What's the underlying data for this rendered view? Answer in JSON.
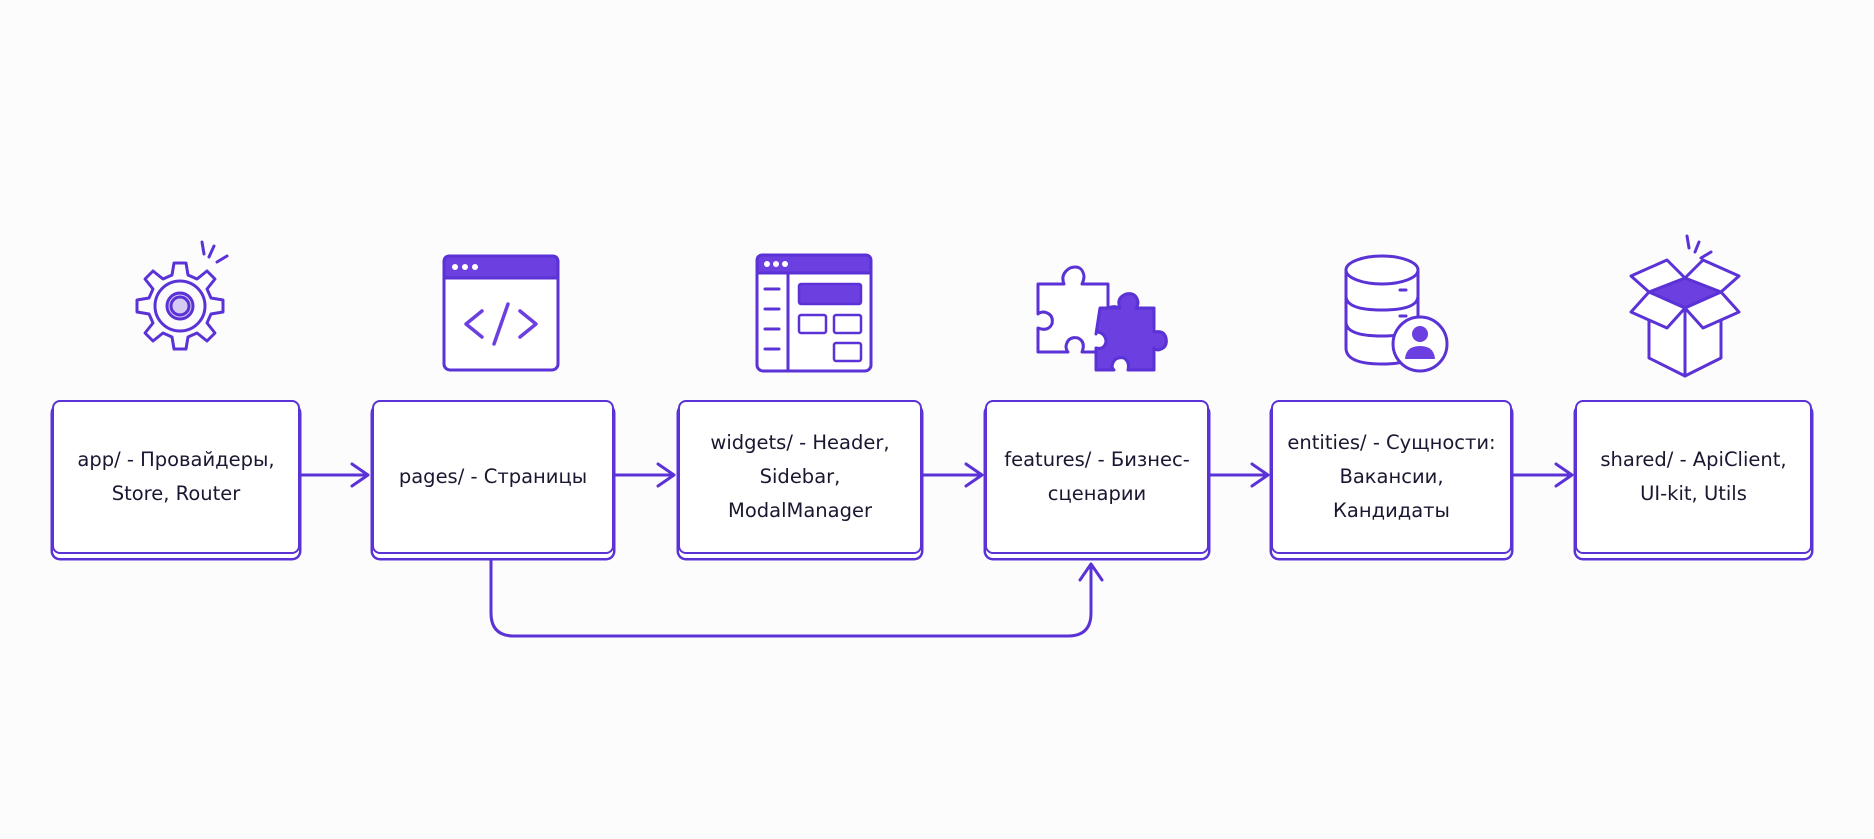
{
  "nodes": [
    {
      "id": "app",
      "label": "app/ - Провайдеры,\nStore, Router",
      "icon": "gear-icon"
    },
    {
      "id": "pages",
      "label": "pages/ - Страницы",
      "icon": "code-window-icon"
    },
    {
      "id": "widgets",
      "label": "widgets/ - Header,\nSidebar, ModalManager",
      "icon": "layout-window-icon"
    },
    {
      "id": "features",
      "label": "features/ - Бизнес-\nсценарии",
      "icon": "puzzle-icon"
    },
    {
      "id": "entities",
      "label": "entities/ - Сущности:\nВакансии, Кандидаты",
      "icon": "database-user-icon"
    },
    {
      "id": "shared",
      "label": "shared/ - ApiClient,\nUI-kit, Utils",
      "icon": "open-box-icon"
    }
  ],
  "edges": [
    {
      "from": "app",
      "to": "pages"
    },
    {
      "from": "pages",
      "to": "widgets"
    },
    {
      "from": "widgets",
      "to": "features"
    },
    {
      "from": "features",
      "to": "entities"
    },
    {
      "from": "entities",
      "to": "shared"
    },
    {
      "from": "pages",
      "to": "features"
    }
  ],
  "colors": {
    "accent": "#5b32d6",
    "text": "#1c1630",
    "background": "#fcfcfd"
  }
}
